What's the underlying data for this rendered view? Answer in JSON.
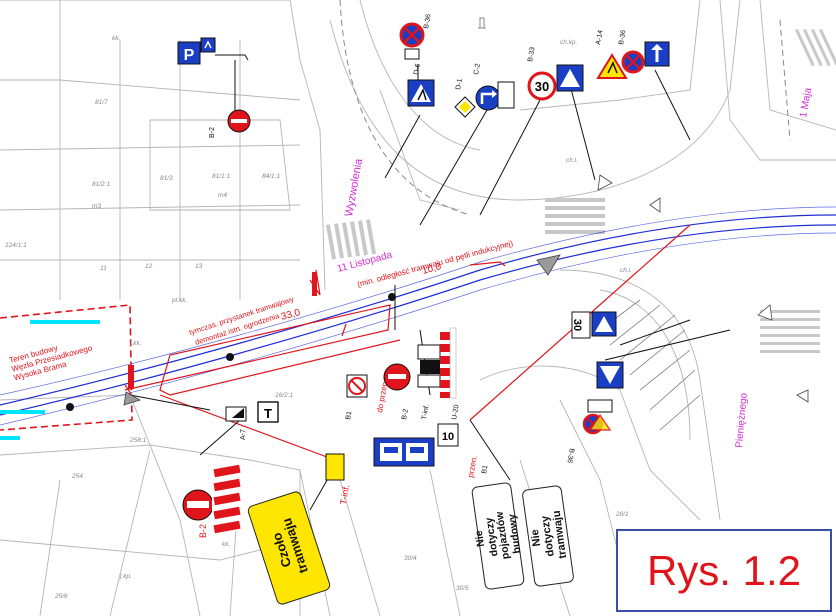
{
  "figure_label": "Rys. 1.2",
  "streets": {
    "wyzwolenia": "Wyzwolenia",
    "listopada": "11 Listopada",
    "listopada_note": "(min. odległość tramwaju od pętli indukcyjnej)",
    "maja": "1 Maja",
    "pieniezhego": "Pieniężnego"
  },
  "annotations": {
    "tram_stop": "tymczas. przystanek tramwajowy",
    "fence_removal": "demontaż istn. ogrodzenia",
    "construction_site": "Teren budowy\nWęzła Przesiadkowego\nWysoka Brama",
    "dist_10": "10,0",
    "dist_33": "33,0",
    "do_przen": "do przen.",
    "przen": "przen.",
    "istn": "istn."
  },
  "signs": {
    "czoto_tramwaju": "Czoło\ntramwaju",
    "nie_dotyczy_budowy": "Nie dotyczy\npojazdów\nbudowy",
    "nie_dotyczy_tramwaju": "Nie dotyczy\ntramwaju",
    "speed_30": "30",
    "speed_10": "10",
    "t_plate": "T",
    "p_letter": "P",
    "b2": "B-2",
    "b36": "B-36",
    "b1": "B1",
    "d6": "D-6",
    "d1": "D-1",
    "c2": "C-2",
    "b33": "B-33",
    "a14": "A-14",
    "a7": "A-7",
    "t_inf": "T-inf.",
    "u20": "U-20"
  },
  "parcels": [
    "kk.",
    "81/7",
    "81/2:1",
    "81/3",
    "81/1:1",
    "84/1:1",
    "m3",
    "m4",
    "124/1:1",
    "11",
    "12",
    "13",
    "pl.kk.",
    "j.kk.",
    "254",
    "258:1",
    "16/2:1",
    "30/4",
    "30/5",
    "25/6",
    "j.kp.",
    "ch.kp.",
    "ch.l.",
    "28/1",
    "ch.i.",
    "kk.",
    "m"
  ],
  "colors": {
    "tram_track": "#1f2fd6",
    "construction_red": "#e0141b",
    "cyan_marker": "#00e5ff",
    "street_label": "#d22bd2",
    "sign_blue": "#1a3fc4",
    "sign_yellow": "#ffe600"
  },
  "icons": [
    "parking-sign-icon",
    "no-entry-sign-icon",
    "no-stopping-sign-icon",
    "pedestrian-crossing-sign-icon",
    "keep-right-sign-icon",
    "speed-limit-sign-icon",
    "warning-triangle-icon",
    "one-way-sign-icon",
    "tram-sign-icon",
    "north-arrow-icon"
  ]
}
